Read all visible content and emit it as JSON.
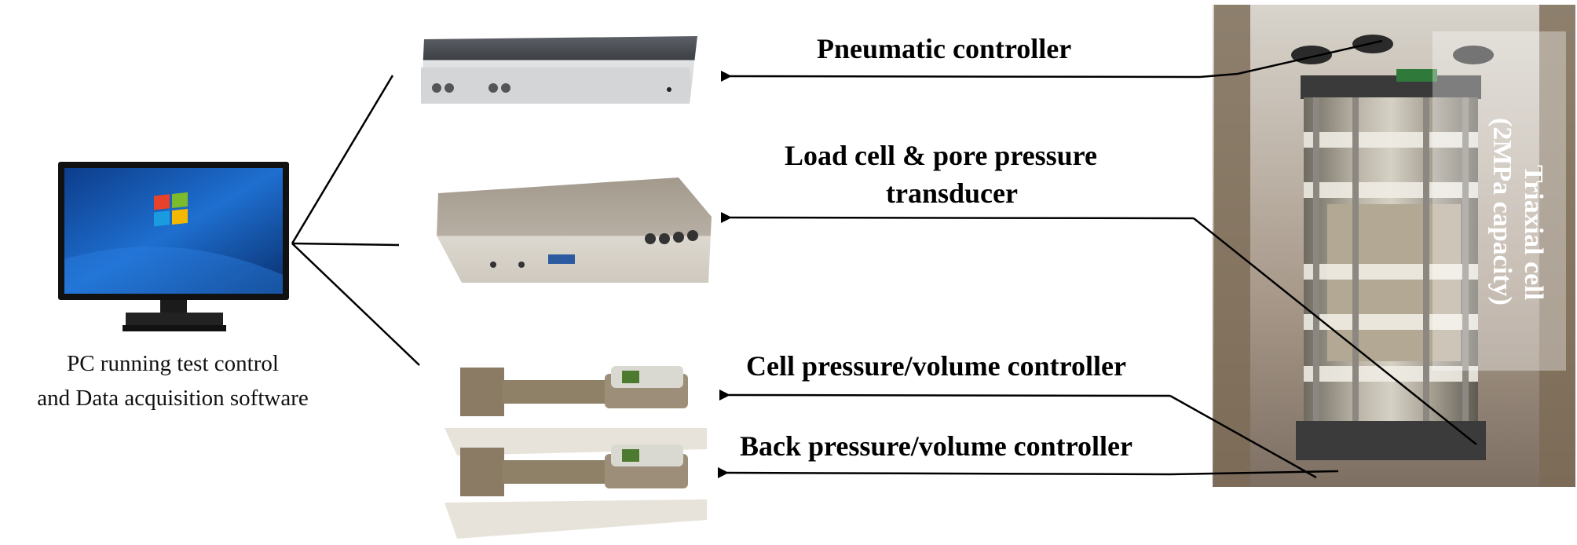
{
  "pc": {
    "label_line1": "PC running test control",
    "label_line2": "and Data acquisition software"
  },
  "devices": {
    "pneumatic": "Pneumatic controller",
    "loadcell_line1": "Load cell & pore pressure",
    "loadcell_line2": "transducer",
    "cell_controller": "Cell pressure/volume controller",
    "back_controller": "Back pressure/volume controller"
  },
  "triaxial": {
    "line1": "Triaxial cell",
    "line2": "(2MPa capacity)"
  },
  "colors": {
    "line": "#000000",
    "monitor_blue": "#1a5fb4",
    "device_silver": "#d9dadc",
    "device_taupe": "#bdb7ad",
    "photo_bg": "#b8aa96"
  }
}
